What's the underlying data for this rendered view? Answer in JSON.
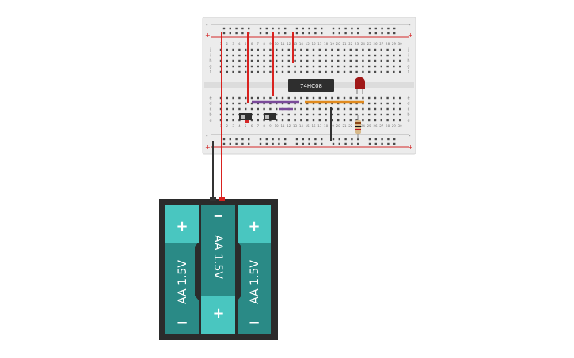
{
  "breadboard": {
    "columns": 30,
    "row_letters_top": [
      "j",
      "i",
      "h",
      "g",
      "f"
    ],
    "row_letters_bottom": [
      "e",
      "d",
      "c",
      "b",
      "a"
    ],
    "rail_plus": "+",
    "rail_minus": "-"
  },
  "chip": {
    "label": "74HC08"
  },
  "battery": {
    "cells": [
      {
        "label": "AA 1.5V",
        "top_sign": "+",
        "bottom_sign": "−"
      },
      {
        "label": "AA 1.5V",
        "top_sign": "−",
        "bottom_sign": "+"
      },
      {
        "label": "AA 1.5V",
        "top_sign": "+",
        "bottom_sign": "−"
      }
    ]
  },
  "colors": {
    "board": "#ececec",
    "hole": "#4a4a4a",
    "rail_red": "#d42828",
    "wire_red": "#d9221f",
    "wire_black": "#333333",
    "wire_purple": "#7a4a9a",
    "wire_orange": "#e08a1e",
    "battery_case": "#2b2b2b",
    "battery_cell": "#2a8a86",
    "battery_cell_light": "#49c6c0",
    "led": "#a01818"
  }
}
